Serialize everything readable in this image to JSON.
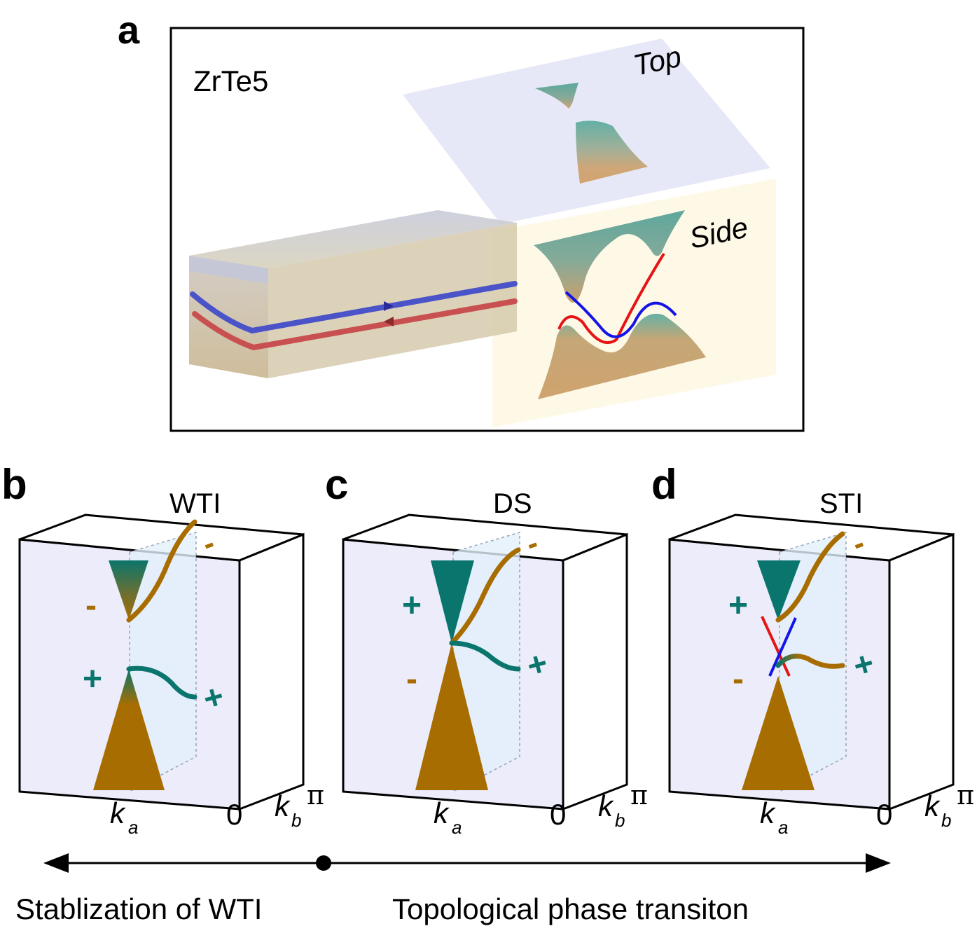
{
  "panel_a": {
    "letter": "a",
    "material": "ZrTe5",
    "top_label": "Top",
    "side_label": "Side"
  },
  "panels": [
    {
      "letter": "b",
      "title": "WTI",
      "upper_sign": "-",
      "lower_sign": "+",
      "right_upper_sign": "-",
      "right_lower_sign": "+",
      "ka": "k",
      "ka_sub": "a",
      "zero": "0",
      "kb": "k",
      "kb_sub": "b",
      "pi": "π"
    },
    {
      "letter": "c",
      "title": "DS",
      "upper_sign": "+",
      "lower_sign": "-",
      "right_upper_sign": "-",
      "right_lower_sign": "+",
      "ka": "k",
      "ka_sub": "a",
      "zero": "0",
      "kb": "k",
      "kb_sub": "b",
      "pi": "π"
    },
    {
      "letter": "d",
      "title": "STI",
      "upper_sign": "+",
      "lower_sign": "-",
      "right_upper_sign": "-",
      "right_lower_sign": "+",
      "ka": "k",
      "ka_sub": "a",
      "zero": "0",
      "kb": "k",
      "kb_sub": "b",
      "pi": "π"
    }
  ],
  "bottom": {
    "left_text": "Stablization of WTI",
    "right_text": "Topological phase transiton"
  },
  "colors": {
    "teal": "#0a756c",
    "gold": "#a86d00",
    "blue": "#1414e6",
    "red": "#e61414"
  }
}
